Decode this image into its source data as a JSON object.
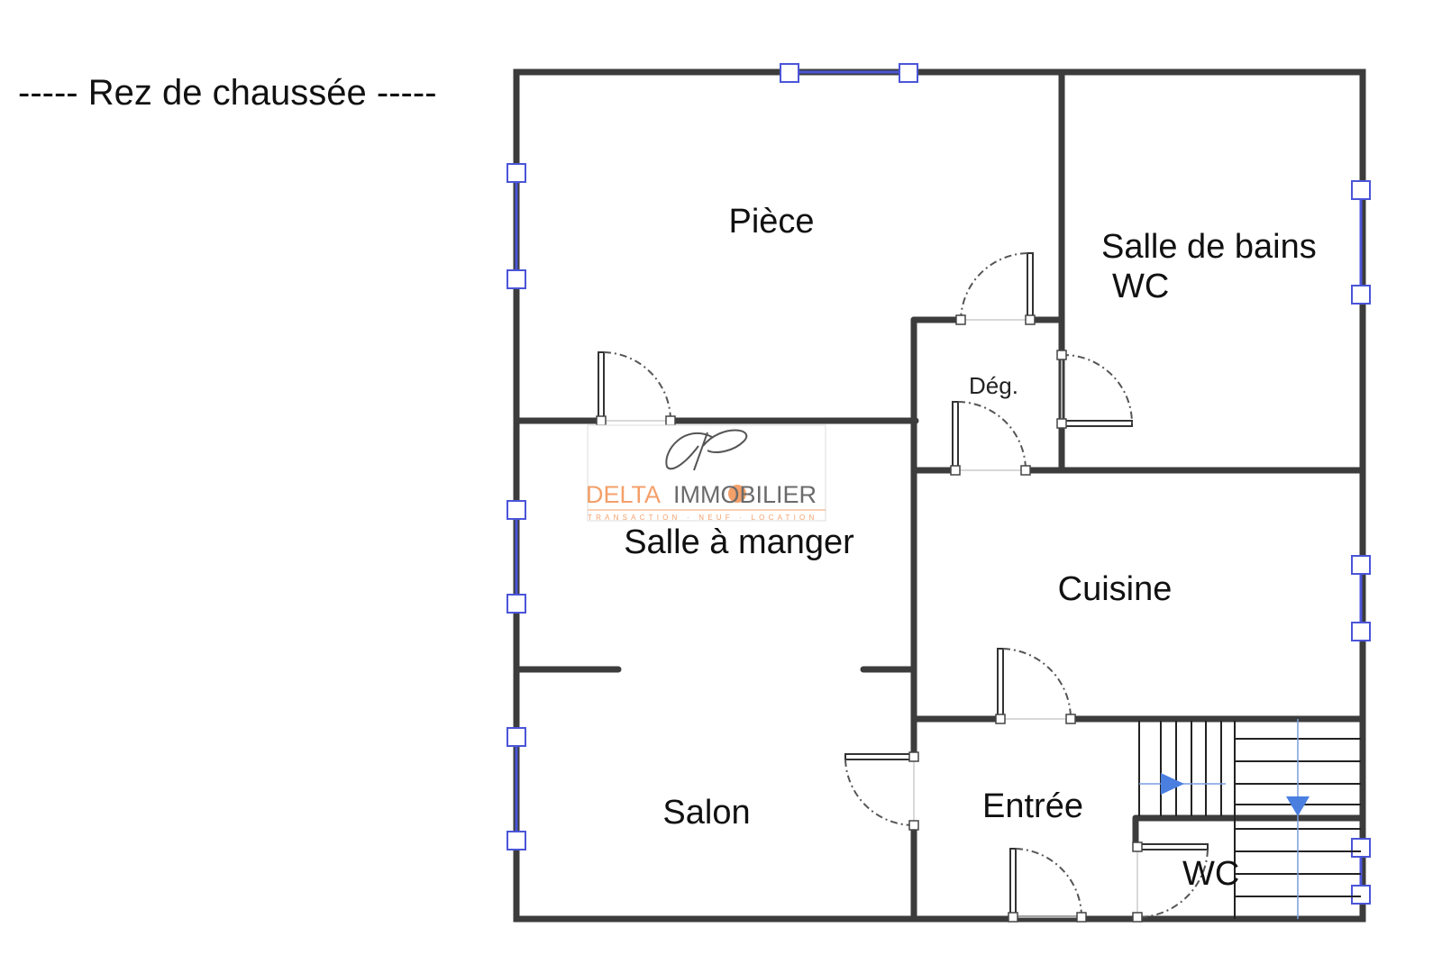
{
  "title": "-----  Rez de chaussée  -----",
  "rooms": {
    "piece": "Pièce",
    "salle_de_bains": "Salle de bains",
    "wc_upper": "WC",
    "deg": "Dég.",
    "salle_a_manger": "Salle à manger",
    "cuisine": "Cuisine",
    "salon": "Salon",
    "entree": "Entrée",
    "wc_lower": "WC"
  },
  "logo": {
    "monogram": "CP",
    "brand_left": "DELTA",
    "brand_right": "IMMOBILIER",
    "tagline": "TRANSACTION · NEUF · LOCATION",
    "colors": {
      "orange": "#f4a06a",
      "gray": "#6b6b6b"
    }
  },
  "colors": {
    "wall": "#3c3c3c",
    "window": "#4a55d8",
    "stair_arrow": "#4a7fe0"
  }
}
